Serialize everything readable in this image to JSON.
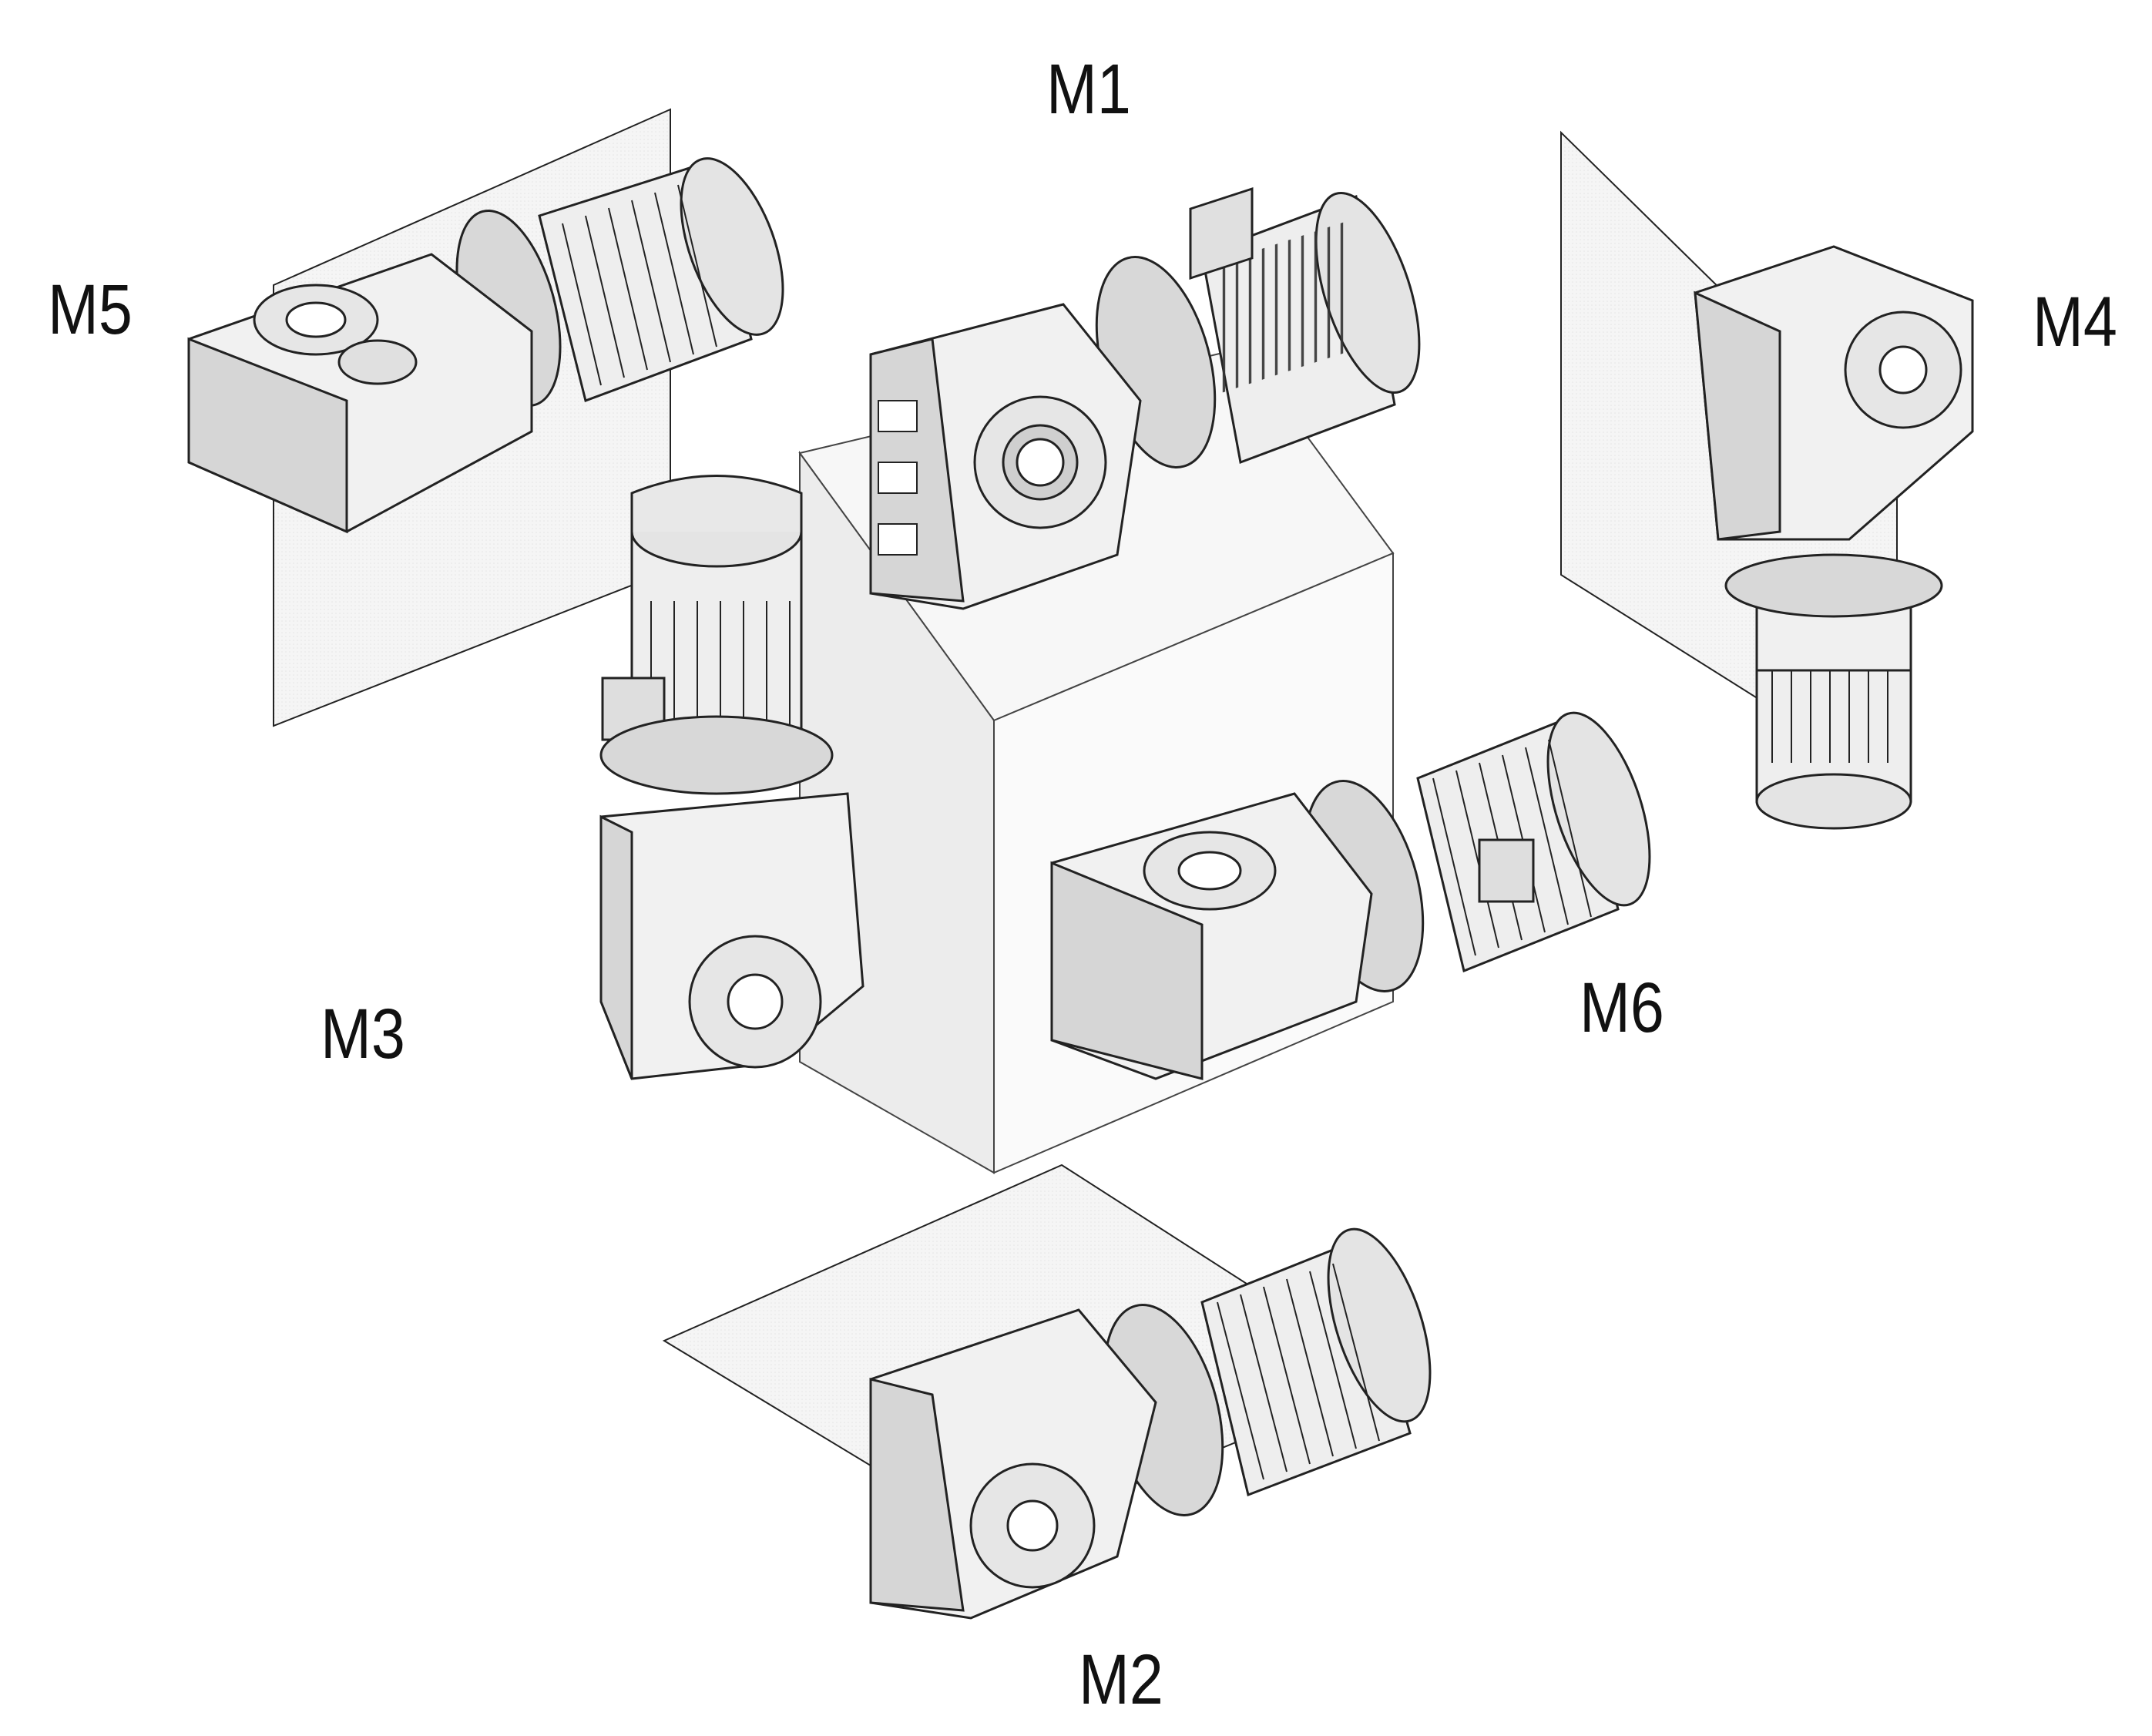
{
  "diagram": {
    "labels": {
      "m1": "M1",
      "m2": "M2",
      "m3": "M3",
      "m4": "M4",
      "m5": "M5",
      "m6": "M6"
    },
    "colors": {
      "line": "#222222",
      "housing_fill": "#efefef",
      "housing_shade": "#d9d9d9",
      "plane_fill": "#dcdcdc"
    }
  }
}
